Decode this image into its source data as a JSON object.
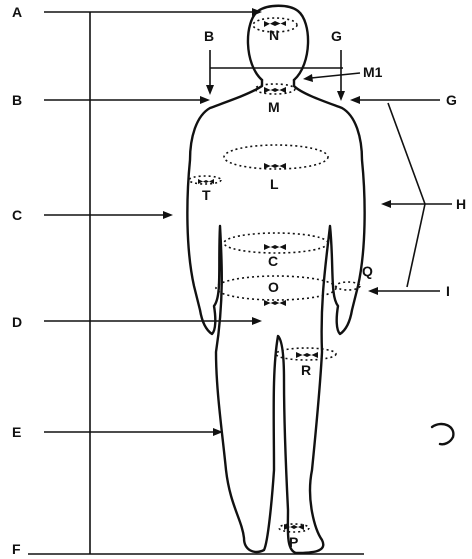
{
  "left_labels": [
    "A",
    "B",
    "C",
    "D",
    "E",
    "F"
  ],
  "top_labels": {
    "b": "B",
    "g": "G"
  },
  "right_labels": {
    "m1": "M1",
    "g": "G",
    "h": "H",
    "i": "I"
  },
  "body_labels": {
    "n": "N",
    "m": "M",
    "l": "L",
    "t": "T",
    "c": "C",
    "o": "O",
    "q": "Q",
    "r": "R",
    "p": "P"
  }
}
